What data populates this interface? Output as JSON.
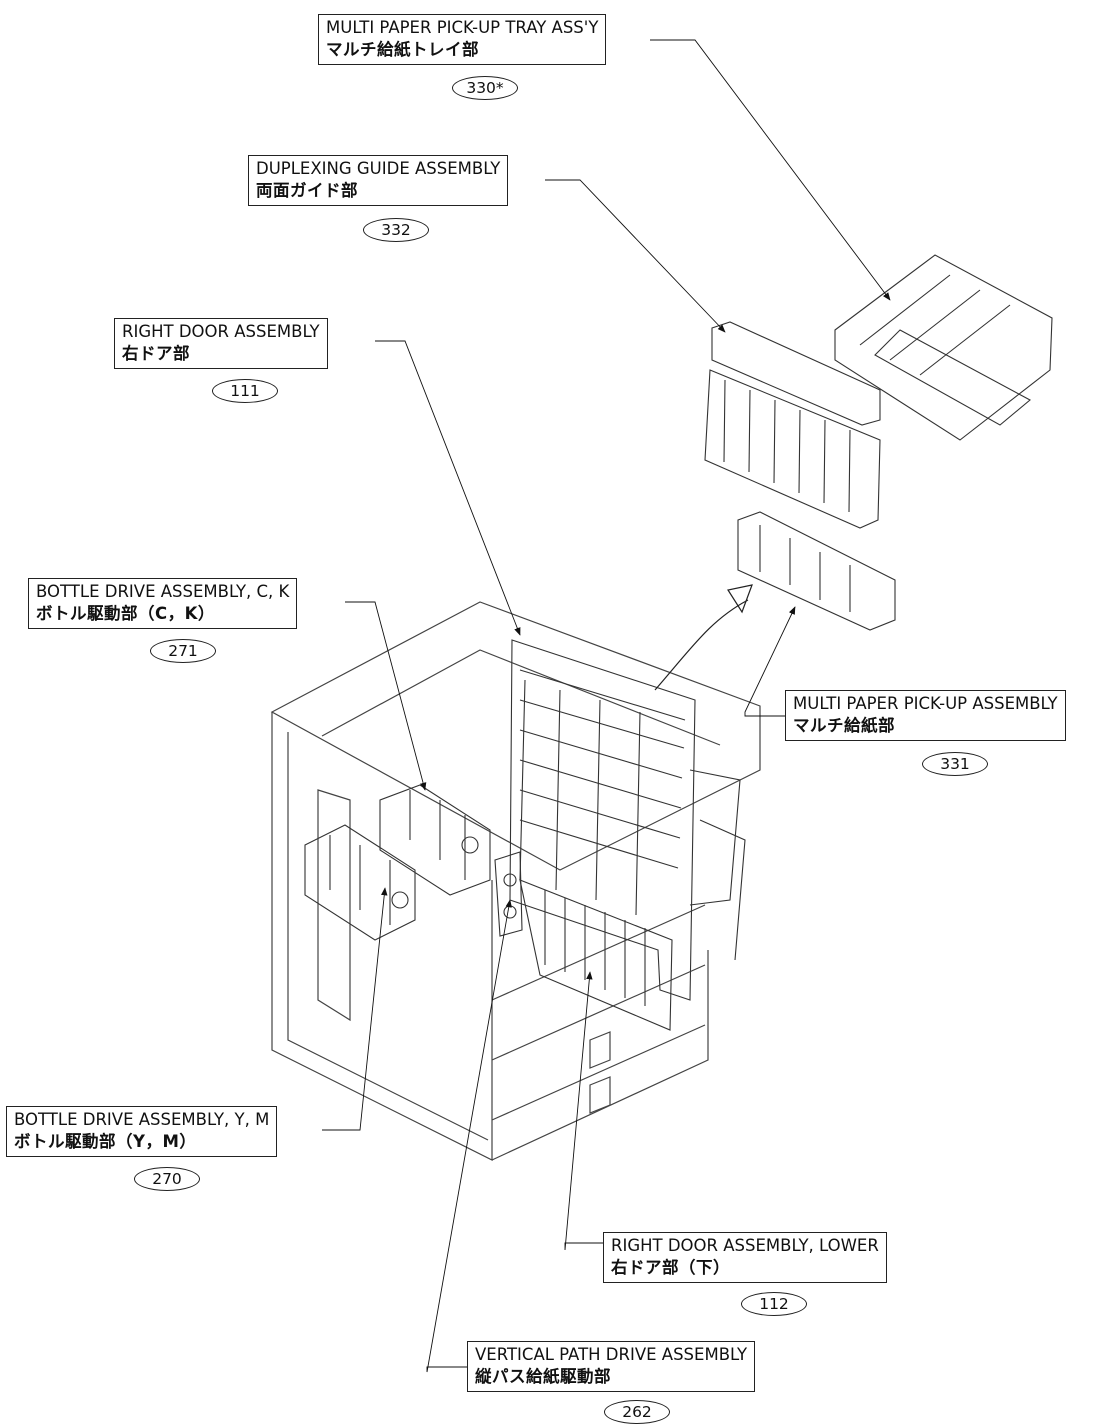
{
  "callouts": [
    {
      "key": "multi-paper-pick-up-tray",
      "en": "MULTI PAPER PICK-UP TRAY ASS'Y",
      "jp": "マルチ給紙トレイ部",
      "ref": "330*"
    },
    {
      "key": "duplexing-guide",
      "en": "DUPLEXING GUIDE ASSEMBLY",
      "jp": "両面ガイド部",
      "ref": "332"
    },
    {
      "key": "right-door",
      "en": "RIGHT DOOR ASSEMBLY",
      "jp": "右ドア部",
      "ref": "111"
    },
    {
      "key": "bottle-drive-ck",
      "en": "BOTTLE DRIVE ASSEMBLY, C, K",
      "jp": "ボトル駆動部（C，K）",
      "ref": "271"
    },
    {
      "key": "multi-paper-pick-up",
      "en": "MULTI PAPER PICK-UP ASSEMBLY",
      "jp": "マルチ給紙部",
      "ref": "331"
    },
    {
      "key": "bottle-drive-ym",
      "en": "BOTTLE DRIVE ASSEMBLY, Y, M",
      "jp": "ボトル駆動部（Y，M）",
      "ref": "270"
    },
    {
      "key": "right-door-lower",
      "en": "RIGHT DOOR ASSEMBLY, LOWER",
      "jp": "右ドア部（下）",
      "ref": "112"
    },
    {
      "key": "vertical-path-drive",
      "en": "VERTICAL PATH DRIVE ASSEMBLY",
      "jp": "縦パス給紙駆動部",
      "ref": "262"
    }
  ]
}
